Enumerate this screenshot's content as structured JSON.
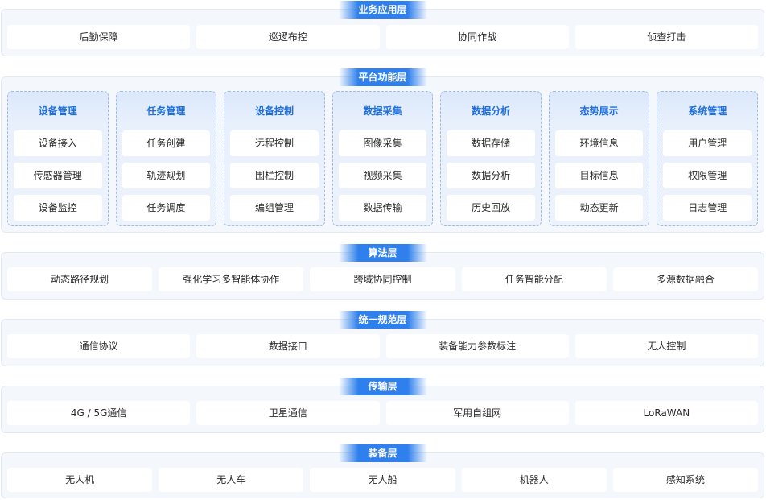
{
  "layers": {
    "business": {
      "title": "业务应用层",
      "items": [
        "后勤保障",
        "巡逻布控",
        "协同作战",
        "侦查打击"
      ]
    },
    "platform": {
      "title": "平台功能层",
      "columns": [
        {
          "title": "设备管理",
          "items": [
            "设备接入",
            "传感器管理",
            "设备监控"
          ]
        },
        {
          "title": "任务管理",
          "items": [
            "任务创建",
            "轨迹规划",
            "任务调度"
          ]
        },
        {
          "title": "设备控制",
          "items": [
            "远程控制",
            "围栏控制",
            "编组管理"
          ]
        },
        {
          "title": "数据采集",
          "items": [
            "图像采集",
            "视频采集",
            "数据传输"
          ]
        },
        {
          "title": "数据分析",
          "items": [
            "数据存储",
            "数据分析",
            "历史回放"
          ]
        },
        {
          "title": "态势展示",
          "items": [
            "环境信息",
            "目标信息",
            "动态更新"
          ]
        },
        {
          "title": "系统管理",
          "items": [
            "用户管理",
            "权限管理",
            "日志管理"
          ]
        }
      ]
    },
    "algorithm": {
      "title": "算法层",
      "items": [
        "动态路径规划",
        "强化学习多智能体协作",
        "跨域协同控制",
        "任务智能分配",
        "多源数据融合"
      ]
    },
    "standard": {
      "title": "统一规范层",
      "items": [
        "通信协议",
        "数据接口",
        "装备能力参数标注",
        "无人控制"
      ]
    },
    "transport": {
      "title": "传输层",
      "items": [
        "4G / 5G通信",
        "卫星通信",
        "军用自组网",
        "LoRaWAN"
      ]
    },
    "equipment": {
      "title": "装备层",
      "items": [
        "无人机",
        "无人车",
        "无人船",
        "机器人",
        "感知系统"
      ]
    }
  },
  "colors": {
    "accent": "#2f80ed",
    "layer_bg": "#f4f7fc",
    "column_title": "#1f6fdc",
    "dashed_border": "#9fbdea"
  }
}
